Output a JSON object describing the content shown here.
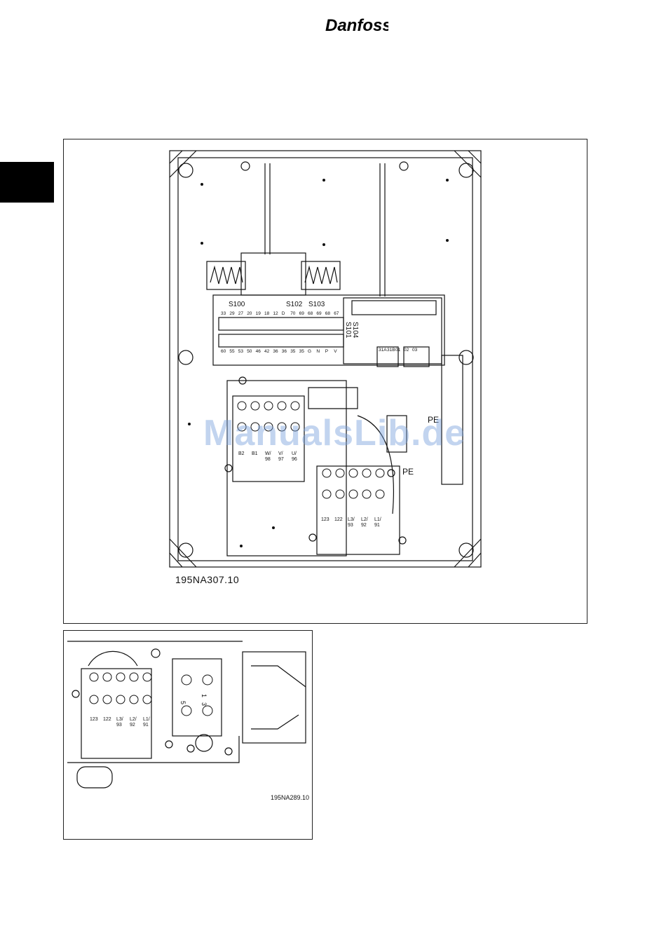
{
  "brand": {
    "logo_text": "Danfoss",
    "accent": "#000000"
  },
  "figure1": {
    "code": "195NA307.10",
    "switch_labels": [
      "S100",
      "S102",
      "S103",
      "S104",
      "S101"
    ],
    "control_terminals_top": [
      "33",
      "29",
      "27",
      "20",
      "19",
      "18",
      "12",
      "D",
      "70",
      "69",
      "68",
      "69",
      "68",
      "67"
    ],
    "control_terminals_bottom": [
      "60",
      "55",
      "53",
      "50",
      "46",
      "42",
      "36",
      "36",
      "35",
      "35",
      "G",
      "N",
      "P",
      "V"
    ],
    "relay_labels": [
      "31A",
      "31B",
      "01",
      "02",
      "03"
    ],
    "motor_terminals": [
      "B2",
      "B1",
      "W/\n98",
      "V/\n97",
      "U/\n96"
    ],
    "mains_terminals": [
      "123",
      "122",
      "L3/\n93",
      "L2/\n92",
      "L1/\n91"
    ],
    "pe_label": "PE"
  },
  "figure2": {
    "code": "195NA289.10",
    "mains_terminals": [
      "123",
      "122",
      "L3/\n93",
      "L2/\n92",
      "L1/\n91"
    ],
    "switch_numbers": [
      "5",
      "1",
      "3"
    ]
  },
  "watermark": "ManualsLib.de"
}
